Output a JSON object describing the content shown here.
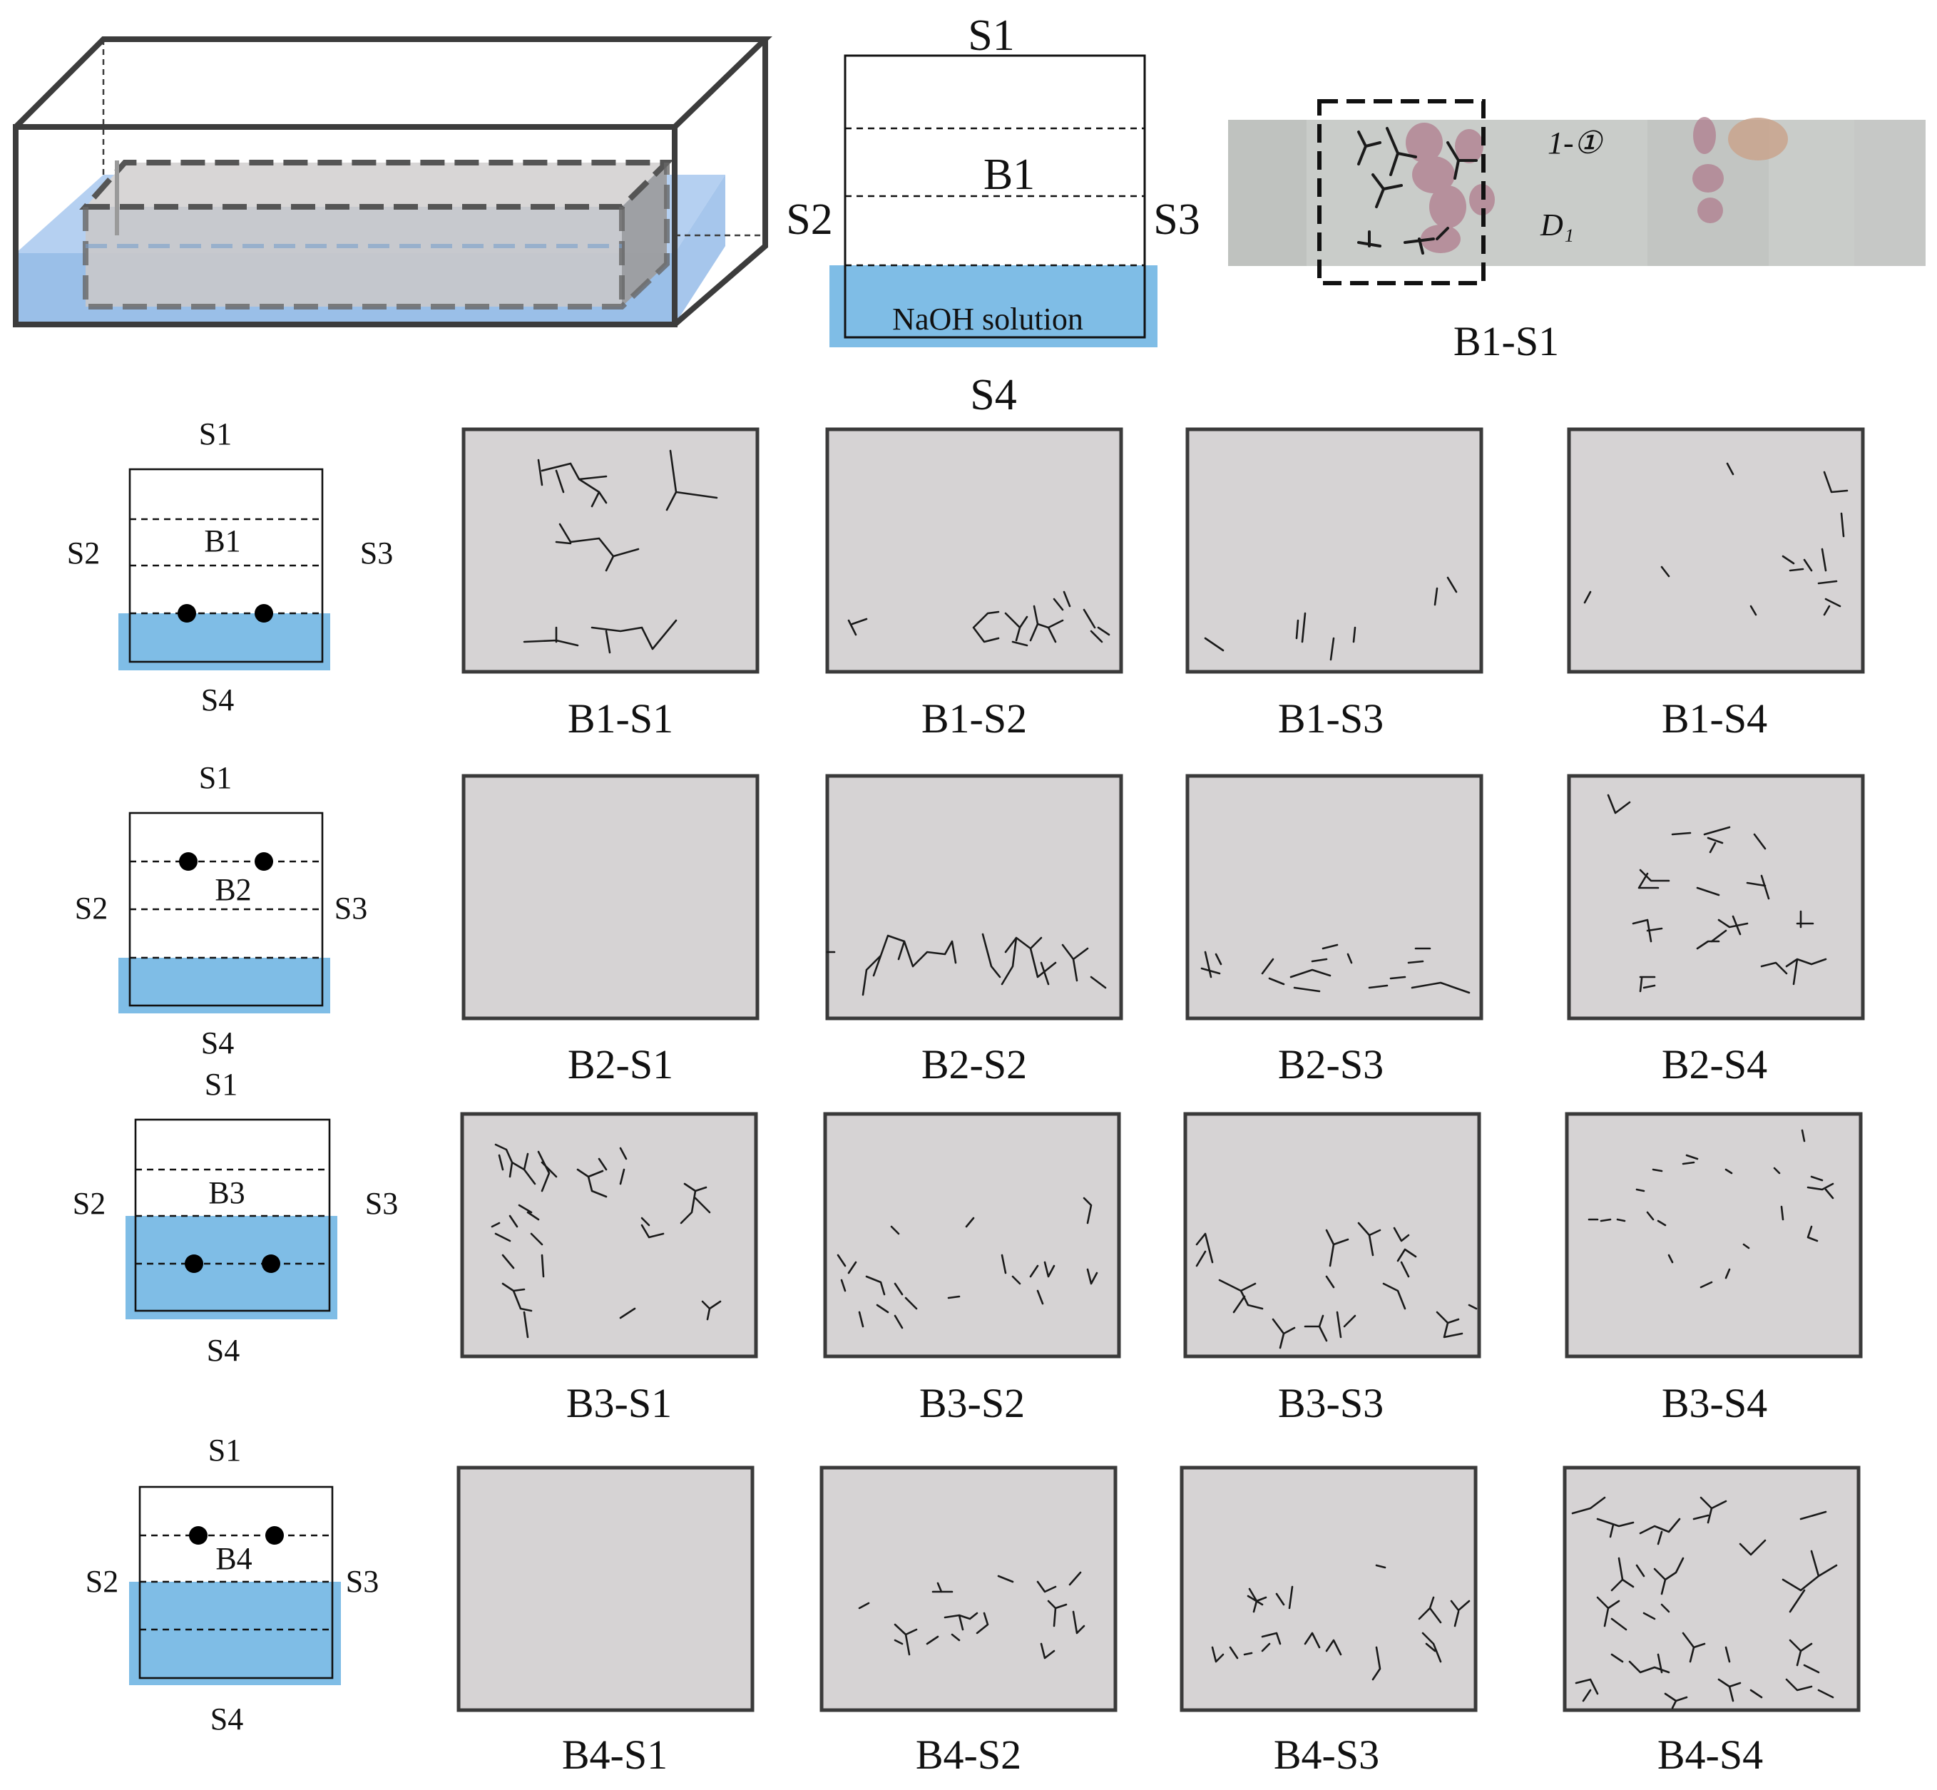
{
  "overview": {
    "section": {
      "s1": "S1",
      "s2": "S2",
      "s3": "S3",
      "s4": "S4",
      "beam": "B1",
      "solution": "NaOH solution"
    },
    "photo": {
      "caption": "B1-S1",
      "marks": [
        "1-①",
        "D₁"
      ]
    }
  },
  "rows": [
    {
      "schematic": {
        "s1": "S1",
        "s2": "S2",
        "s3": "S3",
        "s4": "S4",
        "beam": "B1",
        "sensors": "at water line"
      },
      "panels": [
        {
          "caption": "B1-S1"
        },
        {
          "caption": "B1-S2"
        },
        {
          "caption": "B1-S3"
        },
        {
          "caption": "B1-S4"
        }
      ]
    },
    {
      "schematic": {
        "s1": "S1",
        "s2": "S2",
        "s3": "S3",
        "s4": "S4",
        "beam": "B2",
        "sensors": "upper dashed line"
      },
      "panels": [
        {
          "caption": "B2-S1"
        },
        {
          "caption": "B2-S2"
        },
        {
          "caption": "B2-S3"
        },
        {
          "caption": "B2-S4"
        }
      ]
    },
    {
      "schematic": {
        "s1": "S1",
        "s2": "S2",
        "s3": "S3",
        "s4": "S4",
        "beam": "B3",
        "sensors": "inside solution"
      },
      "panels": [
        {
          "caption": "B3-S1"
        },
        {
          "caption": "B3-S2"
        },
        {
          "caption": "B3-S3"
        },
        {
          "caption": "B3-S4"
        }
      ]
    },
    {
      "schematic": {
        "s1": "S1",
        "s2": "S2",
        "s3": "S3",
        "s4": "S4",
        "beam": "B4",
        "sensors": "upper dashed line"
      },
      "panels": [
        {
          "caption": "B4-S1"
        },
        {
          "caption": "B4-S2"
        },
        {
          "caption": "B4-S3"
        },
        {
          "caption": "B4-S4"
        }
      ]
    }
  ],
  "colors": {
    "solution": "#7fbde6",
    "tank_water": "#a9c9ee",
    "panel_fill": "#d6d3d4",
    "panel_border": "#3a3a3a",
    "crack": "#1a1a1a"
  }
}
